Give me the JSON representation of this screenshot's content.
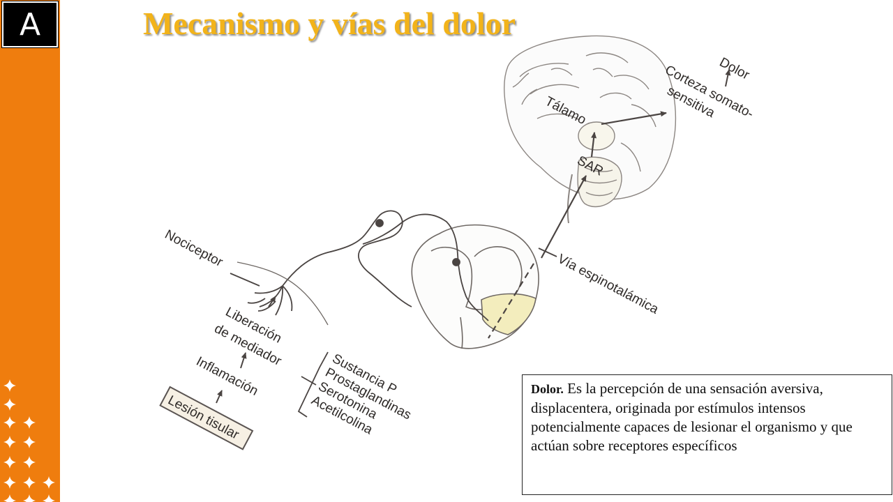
{
  "slide": {
    "badge": "A",
    "title": "Mecanismo y vías del dolor"
  },
  "diagram": {
    "labels": {
      "dolor": "Dolor",
      "corteza_1": "Corteza somato-",
      "corteza_2": "sensitiva",
      "talamo": "Tálamo",
      "sar": "SAR",
      "nociceptor": "Nociceptor",
      "via": "Vía espinotalámica",
      "liberacion_1": "Liberación",
      "liberacion_2": "de mediador",
      "inflamacion": "Inflamación",
      "lesion": "Lesión tisular",
      "mediators": [
        "Sustancia P",
        "Prostaglandinas",
        "Serotonina",
        "Acetilcolina"
      ]
    },
    "colors": {
      "accent": "#ef7d0e",
      "title": "#f2b31a",
      "line": "#4a4442",
      "tract_fill": "#f3edbd"
    }
  },
  "definition": {
    "term": "Dolor.",
    "text": " Es la percepción de una sensación aversiva, displacentera, originada por estímulos intensos potencialmente capaces de lesionar el organismo y que actúan sobre receptores específicos"
  }
}
